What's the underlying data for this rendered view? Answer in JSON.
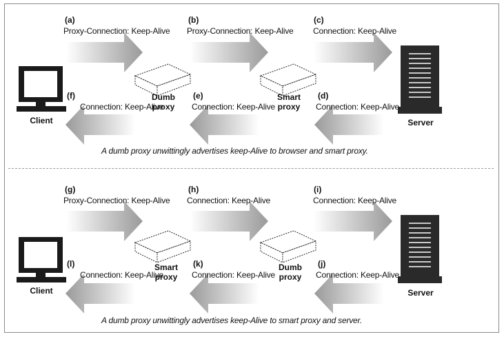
{
  "panels": [
    {
      "id": "top",
      "client_label": "Client",
      "server_label": "Server",
      "proxy1_label": [
        "Dumb",
        "proxy"
      ],
      "proxy2_label": [
        "Smart",
        "proxy"
      ],
      "forward": [
        {
          "tag": "(a)",
          "header": "Proxy-Connection: Keep-Alive"
        },
        {
          "tag": "(b)",
          "header": "Proxy-Connection: Keep-Alive"
        },
        {
          "tag": "(c)",
          "header": "Connection: Keep-Alive"
        }
      ],
      "backward": [
        {
          "tag": "(f)",
          "header": "Connection: Keep-Alive"
        },
        {
          "tag": "(e)",
          "header": "Connection: Keep-Alive"
        },
        {
          "tag": "(d)",
          "header": "Connection: Keep-Alive"
        }
      ],
      "caption": "A dumb proxy unwittingly advertises keep-Alive to browser and smart proxy."
    },
    {
      "id": "bottom",
      "client_label": "Client",
      "server_label": "Server",
      "proxy1_label": [
        "Smart",
        "proxy"
      ],
      "proxy2_label": [
        "Dumb",
        "proxy"
      ],
      "forward": [
        {
          "tag": "(g)",
          "header": "Proxy-Connection: Keep-Alive"
        },
        {
          "tag": "(h)",
          "header": "Connection: Keep-Alive"
        },
        {
          "tag": "(i)",
          "header": "Connection: Keep-Alive"
        }
      ],
      "backward": [
        {
          "tag": "(l)",
          "header": "Connection: Keep-Alive"
        },
        {
          "tag": "(k)",
          "header": "Connection: Keep-Alive"
        },
        {
          "tag": "(j)",
          "header": "Connection: Keep-Alive"
        }
      ],
      "caption": "A dumb proxy unwittingly advertises keep-Alive to smart proxy and server."
    }
  ]
}
